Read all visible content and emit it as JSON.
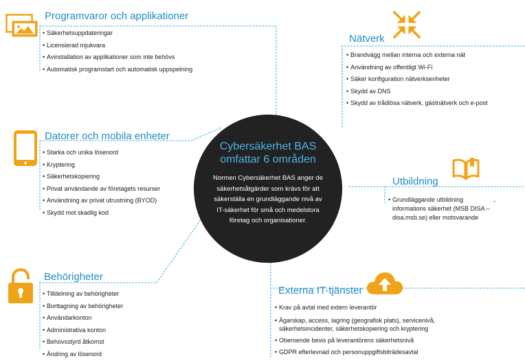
{
  "center": {
    "title_line1": "Cybersäkerhet BAS",
    "title_line2": "omfattar 6 områden",
    "body": "Normen Cybersäkerhet BAS anger de säkerhetsåtgärder som krävs för att säkerställa en grundläggande nivå av IT-säkerhet för små och medelstora företag och organisationer."
  },
  "sections": {
    "programvaror": {
      "title": "Programvaror och applikationer",
      "icon": "image-window-icon",
      "items": [
        "Säkerhetsuppdateringar",
        "Licensierad mjukvara",
        "Avinstallation av applikationer som inte behövs",
        "Automatisk programstart och automatisk uppspelning"
      ]
    },
    "natverk": {
      "title": "Nätverk",
      "icon": "compress-arrows-icon",
      "items": [
        "Brandvägg mellan interna och externa nät",
        "Användning av offentligt Wi-Fi",
        "Säker konfiguration nätverksenheter",
        "Skydd av DNS",
        "Skydd av trådlösa nätverk, gästnätverk och e-post"
      ]
    },
    "datorer": {
      "title": "Datorer och mobila enheter",
      "icon": "tablet-icon",
      "items": [
        "Starka och unika lösenord",
        "Kryptering",
        "Säkerhetskopiering",
        "Privat användande av företagets resurser",
        "Användning av privat utrustning (BYOD)",
        "Skydd mot skadlig kod"
      ]
    },
    "utbildning": {
      "title": "Utbildning",
      "icon": "open-book-icon",
      "items": [
        "Grundläggande utbildning informations säkerhet (MSB DISA – disa.msb.se) eller motsvarande"
      ],
      "trailing": "-"
    },
    "behorigheter": {
      "title": "Behörigheter",
      "icon": "padlock-icon",
      "items": [
        "Tilldelning av behörigheter",
        "Borttagning av behörigheter",
        "Användarkonton",
        "Administrativa konton",
        "Behovsstyrd åtkomst",
        "Ändring av lösenord"
      ]
    },
    "externa": {
      "title": "Externa IT-tjänster",
      "icon": "cloud-upload-icon",
      "items": [
        "Krav på avtal med extern leverantör",
        "Ägarskap, access, lagring (geografisk plats), servicenivå, säkerhetsincidenter, säkerhetskopiering och kryptering",
        "Oberoende bevis på leverantörens säkerhetsnivå",
        "GDPR efterlevnad och personuppgiftsbiträdesavtal"
      ]
    }
  },
  "colors": {
    "accent_blue": "#1f8dc6",
    "icon_orange": "#f0a318",
    "circle_fill": "#222222",
    "dotted_line": "#5bb7e6"
  }
}
